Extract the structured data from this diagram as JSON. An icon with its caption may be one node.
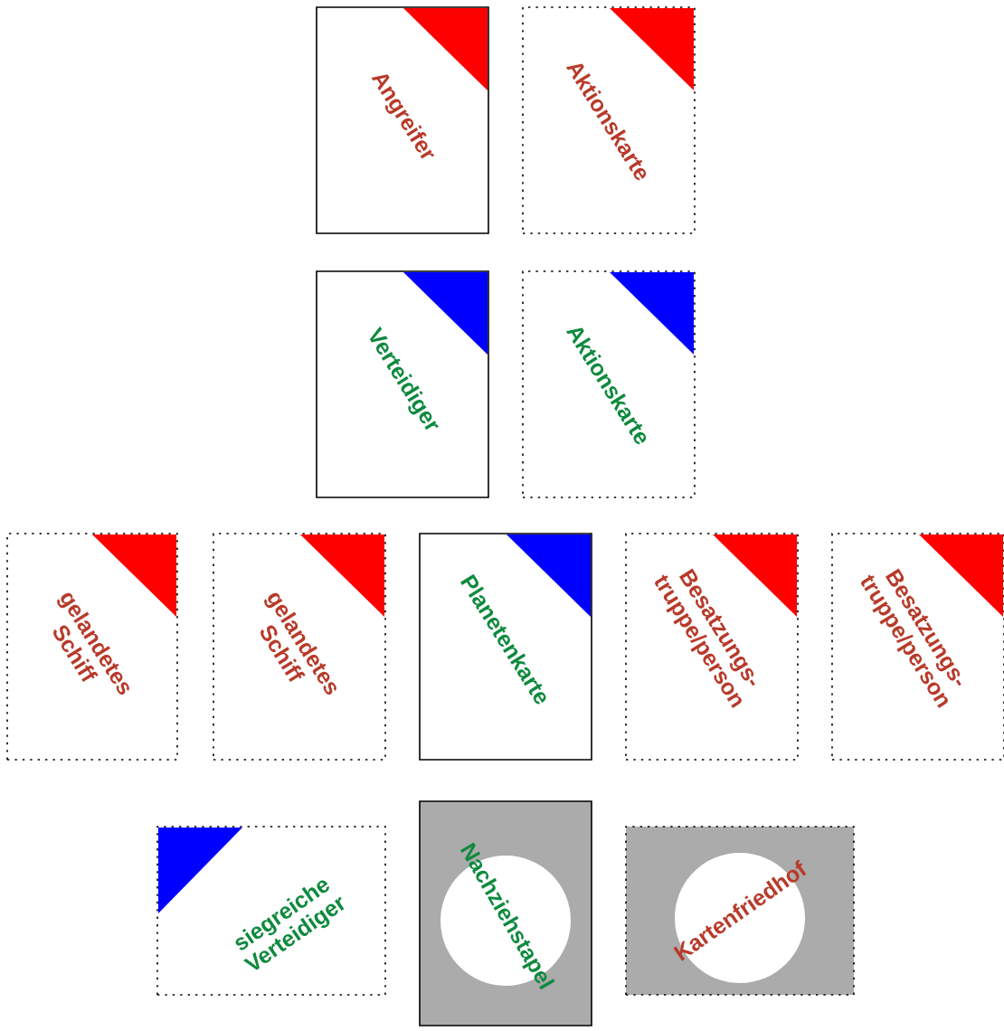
{
  "diagram": {
    "nodes": [
      {
        "text": [
          "Angreifer"
        ]
      },
      {
        "text": [
          "Aktionskarte"
        ]
      },
      {
        "text": [
          "Verteidiger"
        ]
      },
      {
        "text": [
          "Aktionskarte"
        ]
      },
      {
        "text": [
          "gelandetes Schiff"
        ]
      },
      {
        "text": [
          "gelandetes Schiff"
        ]
      },
      {
        "text": [
          "Planetenkarte"
        ]
      },
      {
        "text": [
          "Besatzungs- truppe/person"
        ]
      },
      {
        "text": [
          "Besatzungs- truppe/person"
        ]
      },
      {
        "text": [
          "siegreiche Verteidiger"
        ]
      },
      {
        "text": [
          "Nachziehstapel"
        ]
      },
      {
        "text": [
          "Kartenfriedhof"
        ]
      }
    ]
  }
}
